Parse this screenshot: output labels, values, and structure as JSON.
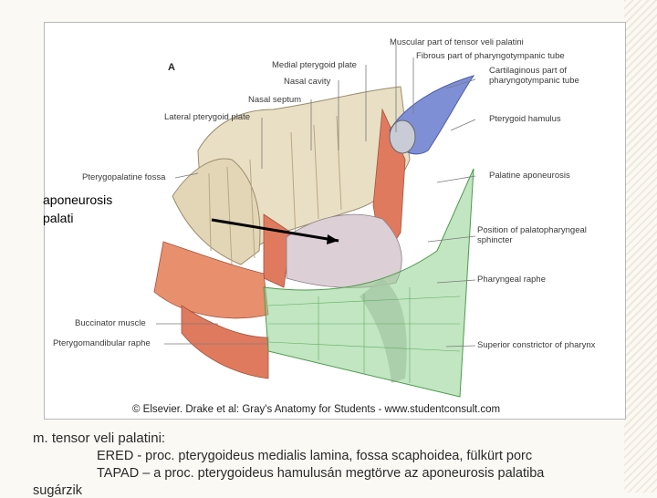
{
  "figure": {
    "panel_letter": "A",
    "labels": {
      "muscular_part": "Muscular part of tensor veli palatini",
      "fibrous_part": "Fibrous part of pharyngotympanic tube",
      "medial_plate": "Medial pterygoid plate",
      "nasal_cavity": "Nasal cavity",
      "cartilaginous": "Cartilaginous part of\npharyngotympanic tube",
      "nasal_septum": "Nasal septum",
      "lateral_plate": "Lateral pterygoid plate",
      "hamulus": "Pterygoid hamulus",
      "pterygopalatine": "Pterygopalatine fossa",
      "palatine_aponeurosis": "Palatine aponeurosis",
      "palatopharyngeal": "Position of palatopharyngeal\nsphincter",
      "pharyngeal_raphe": "Pharyngeal raphe",
      "buccinator": "Buccinator muscle",
      "pterygomandibular": "Pterygomandibular raphe",
      "superior_constrictor": "Superior constrictor of pharynx"
    },
    "credit": "© Elsevier. Drake et al: Gray's Anatomy for Students - www.studentconsult.com"
  },
  "overlay_label": "aponeurosis\npalati",
  "text": {
    "heading": "m. tensor veli palatini:",
    "ered": "ERED - proc. pterygoideus medialis lamina, fossa scaphoidea, fülkürt porc",
    "tapad": "TAPAD – a proc. pterygoideus hamulusán megtörve az aponeurosis palatiba",
    "tail": "sugárzik"
  },
  "colors": {
    "bone": "#e9dfc4",
    "muscle": "#e07a5f",
    "constrictor": "#8fd08f",
    "tube": "#7f8fd6"
  }
}
